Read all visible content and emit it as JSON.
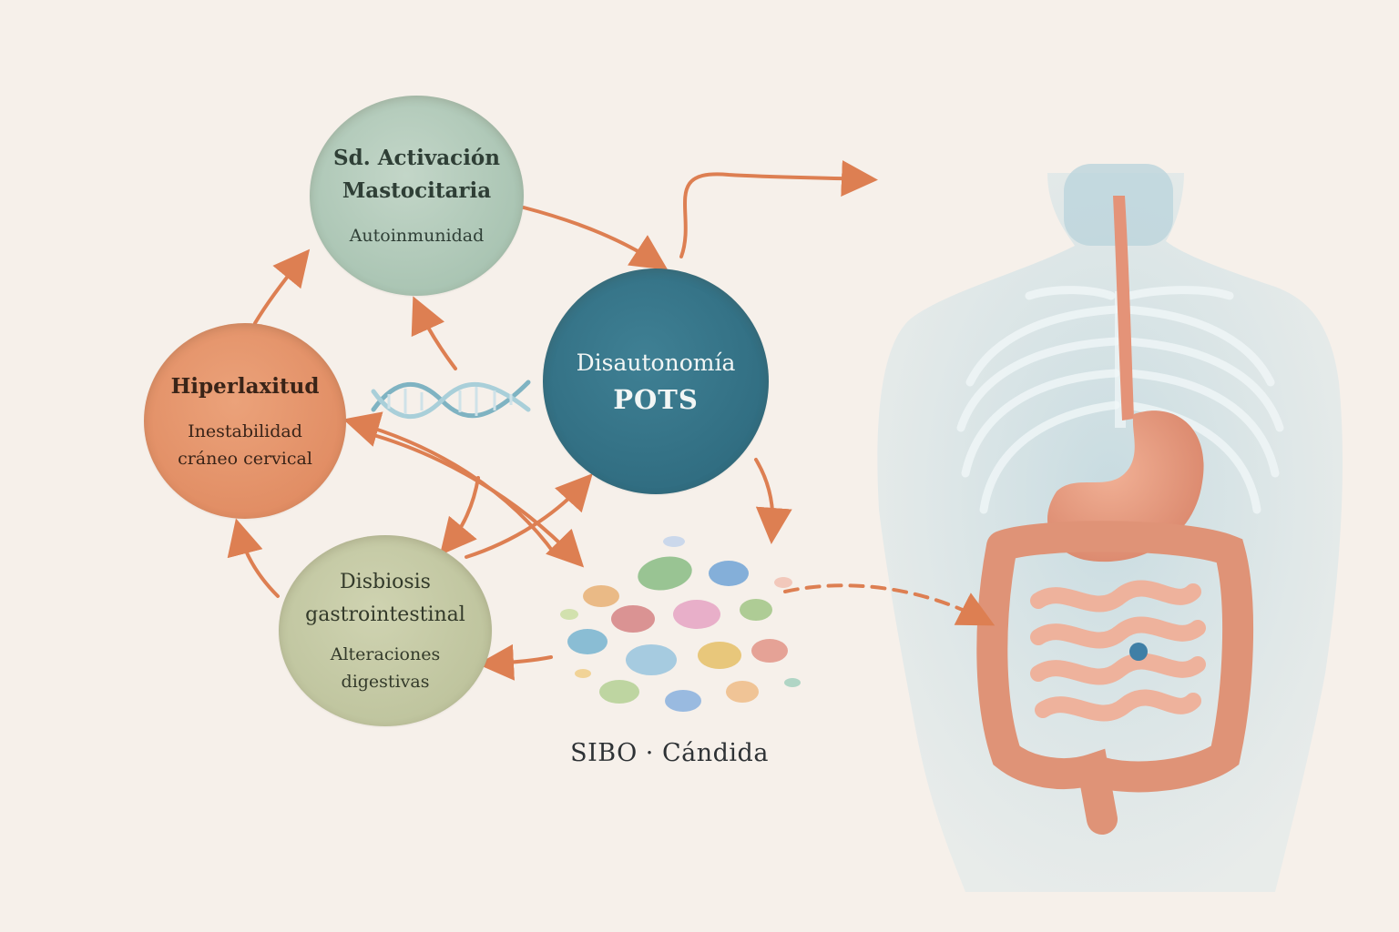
{
  "nodes": {
    "mastocitaria": {
      "title_line1": "Sd. Activación",
      "title_line2": "Mastocitaria",
      "subtitle": "Autoinmunidad"
    },
    "pots": {
      "title_line1": "Disautonomía",
      "title_line2": "POTS"
    },
    "hiperlaxitud": {
      "title": "Hiperlaxitud",
      "subtitle_line1": "Inestabilidad",
      "subtitle_line2": "cráneo cervical"
    },
    "disbiosis": {
      "title_line1": "Disbiosis",
      "title_line2": "gastrointestinal",
      "subtitle_line1": "Alteraciones",
      "subtitle_line2": "digestivas"
    }
  },
  "microbes_caption": "SIBO · Cándida",
  "colors": {
    "background": "#f6f0ea",
    "arrow": "#dd7f52",
    "mastocitaria": "#a9c4b1",
    "pots": "#2f6d80",
    "hiperlaxitud": "#e2916a",
    "disbiosis": "#c2c7a1",
    "body_silhouette": "#c9dde3",
    "organs": "#e39a80"
  },
  "icons": [
    "dna-helix-icon",
    "microbes-cluster-icon",
    "human-torso-digestive-icon"
  ]
}
